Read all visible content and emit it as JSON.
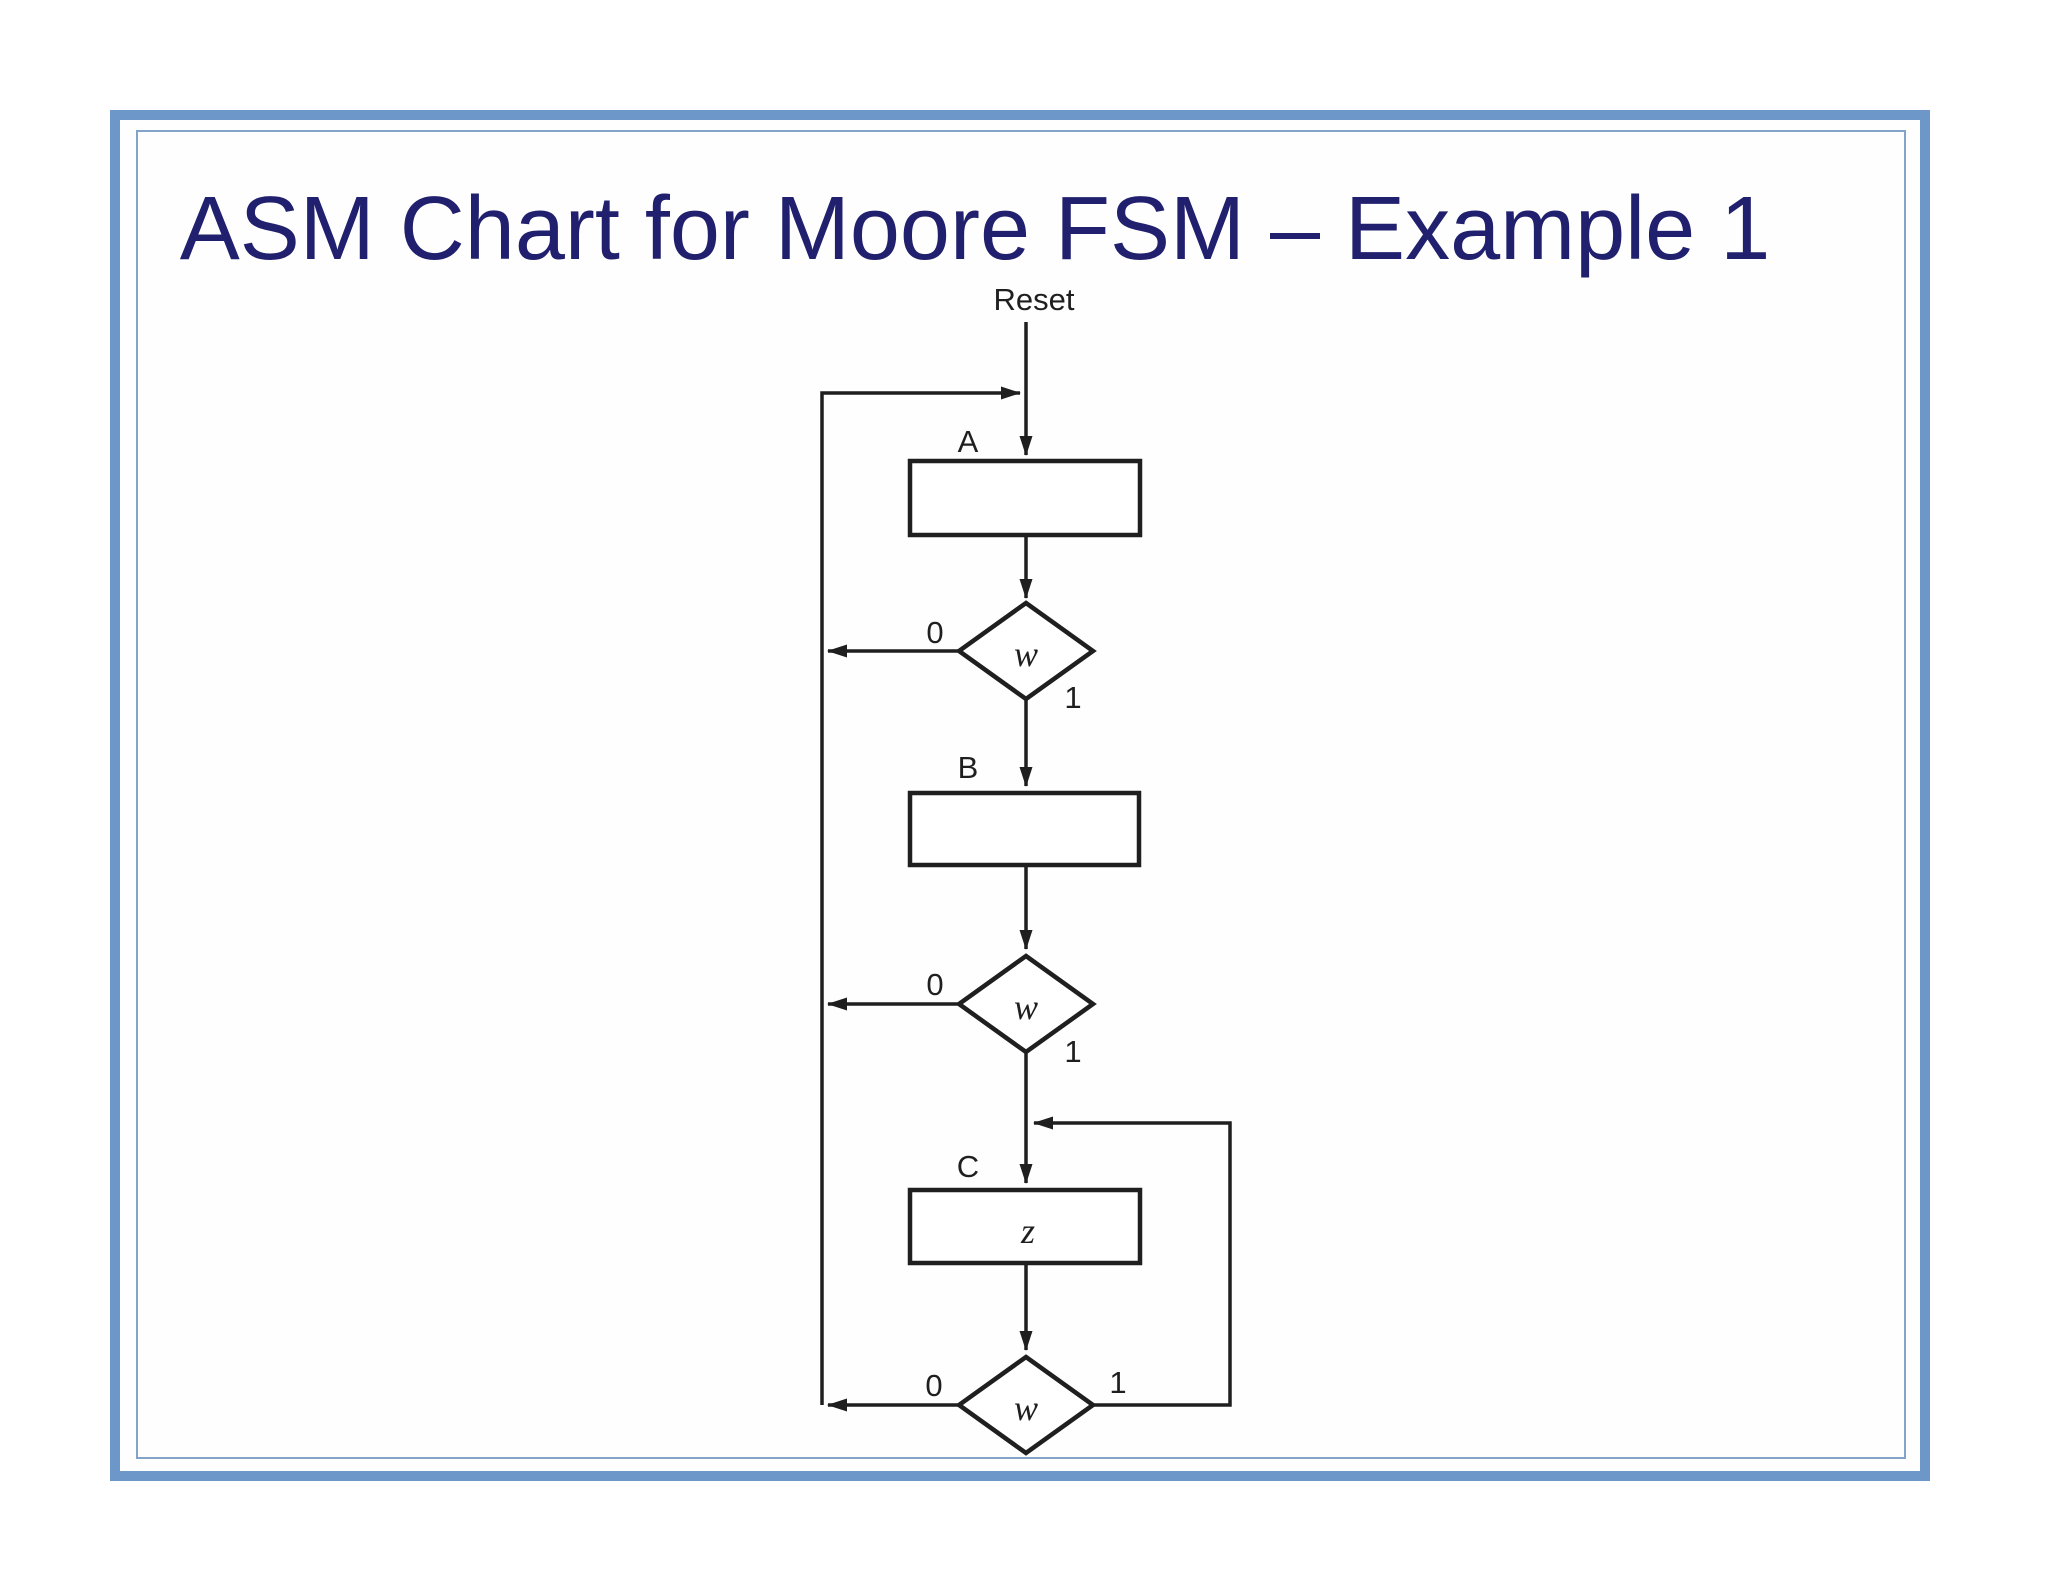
{
  "slide": {
    "title": "ASM Chart for Moore FSM – Example 1"
  },
  "colors": {
    "title": "#20206e",
    "line": "#1f1f1f",
    "border_outer": "#6d97c9",
    "border_inner": "#84a3c9",
    "slide_bg": "#ffffff"
  },
  "diagram": {
    "type": "asm-flowchart",
    "reset_label": "Reset",
    "states": [
      {
        "label": "A",
        "output": ""
      },
      {
        "label": "B",
        "output": ""
      },
      {
        "label": "C",
        "output": "z"
      }
    ],
    "decisions": [
      {
        "condition": "w",
        "branch_0": "0",
        "branch_1": "1"
      },
      {
        "condition": "w",
        "branch_0": "0",
        "branch_1": "1"
      },
      {
        "condition": "w",
        "branch_0": "0",
        "branch_1": "1"
      }
    ]
  }
}
